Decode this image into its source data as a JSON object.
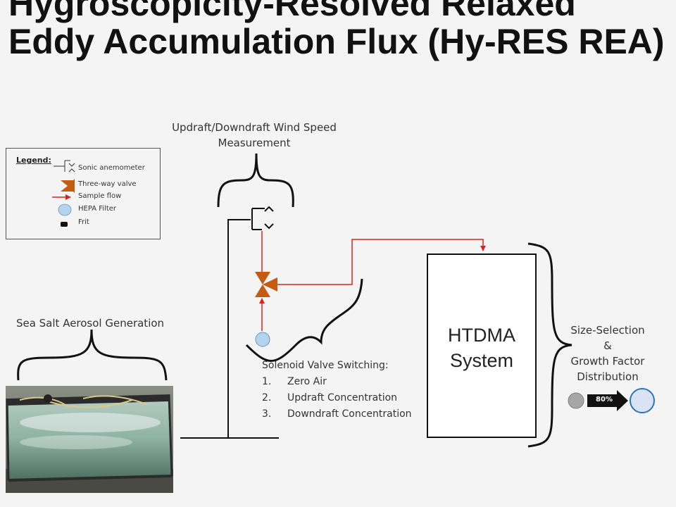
{
  "title": "Hygroscopicity-Resolved Relaxed Eddy Accumulation Flux (Hy-RES REA)",
  "labels": {
    "wind": "Updraft/Downdraft Wind Speed Measurement",
    "seasalt": "Sea Salt Aerosol Generation",
    "sizesel_1": "Size-Selection",
    "sizesel_2": "&",
    "sizesel_3": "Growth Factor",
    "sizesel_4": "Distribution"
  },
  "legend": {
    "title": "Legend:",
    "items": [
      "Sonic anemometer",
      "Three-way valve",
      "Sample flow",
      "HEPA Filter",
      "Frit"
    ]
  },
  "htdma": {
    "line1": "HTDMA",
    "line2": "System"
  },
  "solenoid": {
    "title": "Solenoid Valve Switching:",
    "steps": [
      {
        "n": "1.",
        "text": "Zero Air"
      },
      {
        "n": "2.",
        "text": "Updraft Concentration"
      },
      {
        "n": "3.",
        "text": "Downdraft Concentration"
      }
    ]
  },
  "growth_arrow": {
    "label": "80%"
  },
  "colors": {
    "flow": "#d9261c",
    "valve": "#c55a11",
    "filter": "#b4d3ee",
    "circle_edge": "#2e75b6"
  }
}
